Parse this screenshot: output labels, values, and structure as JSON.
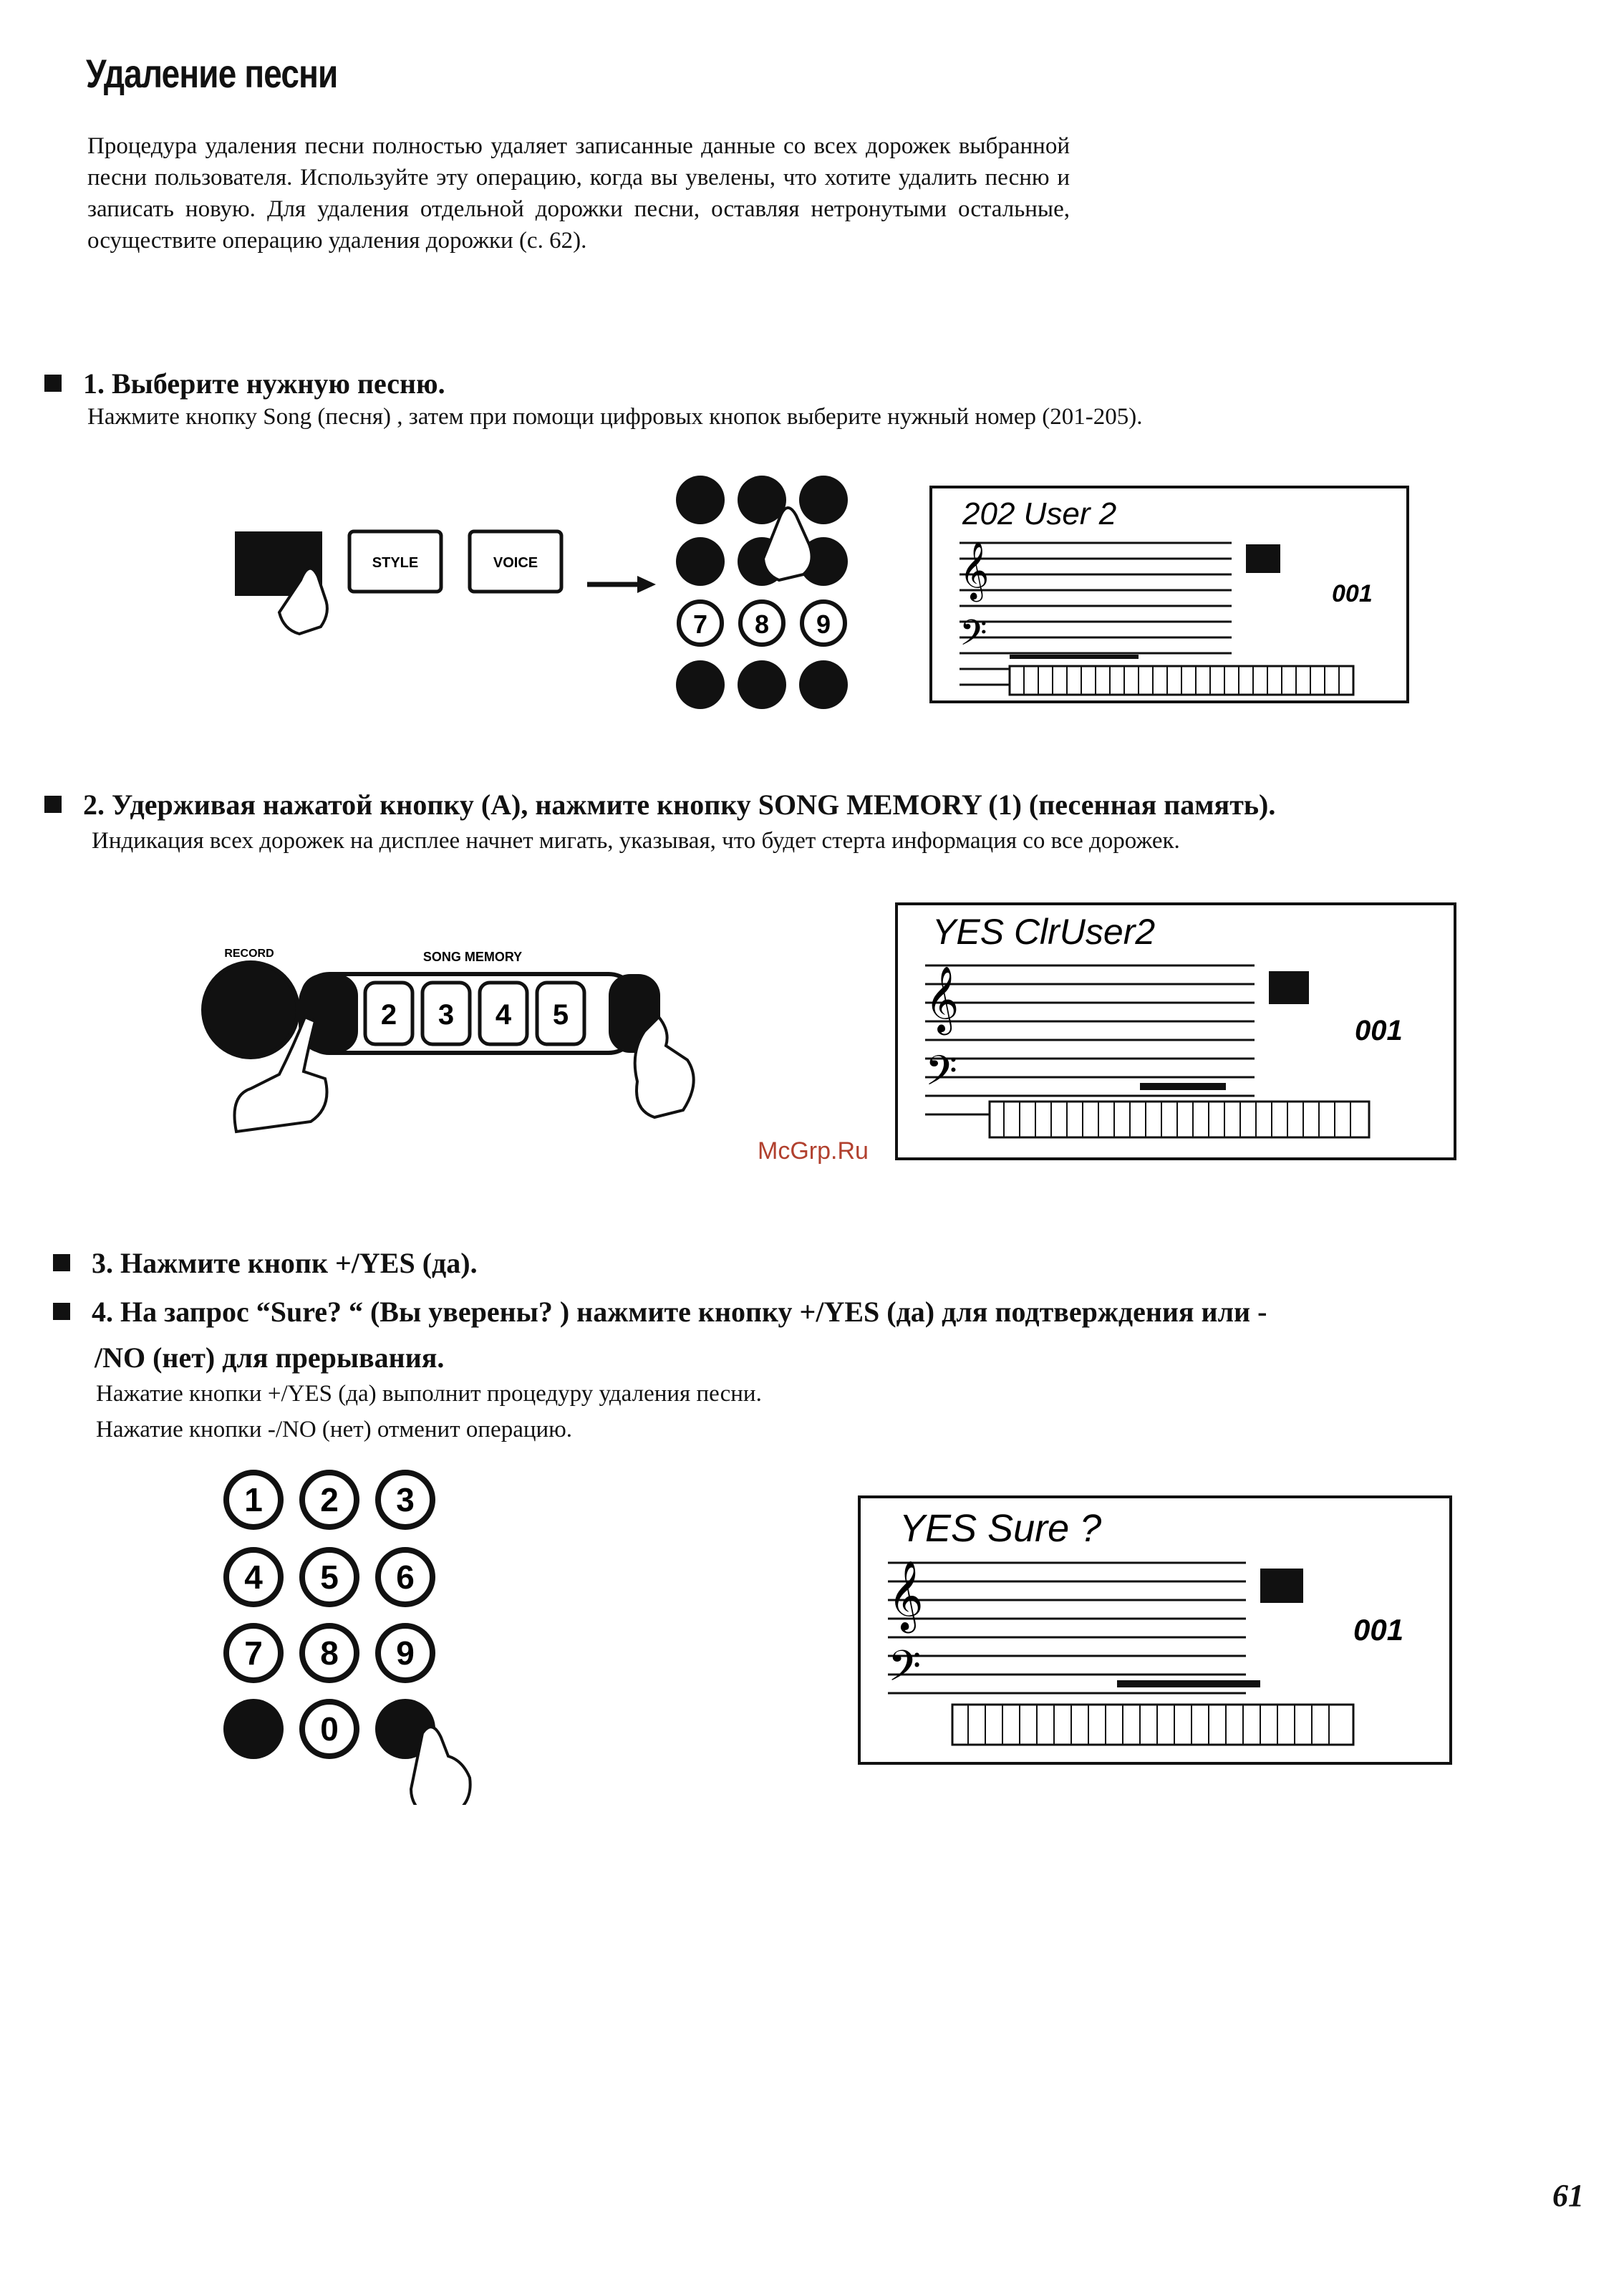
{
  "title": "Удаление песни",
  "intro": "Процедура удаления песни полностью удаляет записанные данные со всех дорожек выбранной песни пользователя. Используйте эту операцию, когда вы увелены, что хотите удалить песню и записать новую. Для удаления отдельной дорожки песни, оставляя нетронутыми остальные, осуществите операцию удаления дорожки (с. 62).",
  "steps": [
    {
      "heading": "1. Выберите нужную песню.",
      "body": "Нажмите кнопку Song (песня) , затем при помощи цифровых кнопок выберите нужный номер (201-205)."
    },
    {
      "heading": "2. Удерживая нажатой кнопку (A), нажмите кнопку SONG MEMORY (1) (песенная память).",
      "body": "Индикация всех дорожек на дисплее начнет мигать, указывая, что будет стерта информация со все дорожек."
    },
    {
      "heading": "3. Нажмите кнопк +/YES (да)."
    },
    {
      "heading_line1": "4. На запрос “Sure? “ (Вы уверены? ) нажмите кнопку +/YES (да) для подтверждения или -",
      "heading_line2": "/NO (нет) для прерывания.",
      "body_line1": "Нажатие кнопки +/YES (да) выполнит процедуру удаления песни.",
      "body_line2": "Нажатие кнопки -/NO (нет)  отменит операцию."
    }
  ],
  "fig1": {
    "style_label": "STYLE",
    "voice_label": "VOICE",
    "keys": [
      "7",
      "8",
      "9"
    ],
    "lcd_text": "202 User  2",
    "lcd_num": "001"
  },
  "fig2": {
    "record_label": "RECORD",
    "song_memory_label": "SONG MEMORY",
    "keys": [
      "2",
      "3",
      "4",
      "5"
    ],
    "lcd_text": "YES ClrUser2",
    "lcd_num": "001"
  },
  "fig3": {
    "keys": [
      "1",
      "2",
      "3",
      "4",
      "5",
      "6",
      "7",
      "8",
      "9",
      "0"
    ],
    "lcd_text": "YES Sure  ?",
    "lcd_num": "001"
  },
  "watermark": "McGrp.Ru",
  "page_number": "61"
}
